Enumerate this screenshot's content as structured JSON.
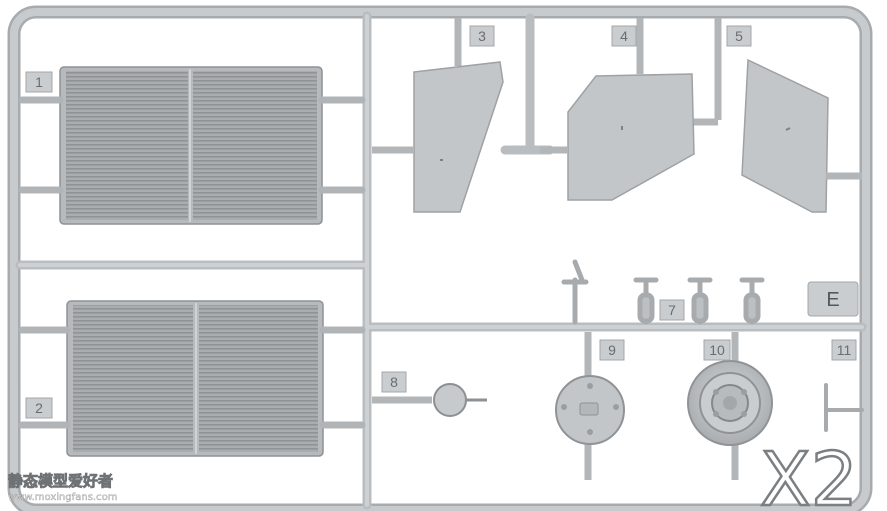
{
  "sprue": {
    "part_numbers": [
      "1",
      "2",
      "3",
      "4",
      "5",
      "7",
      "8",
      "9",
      "10",
      "11"
    ],
    "sprue_letter": "E",
    "multiplier": "X2"
  },
  "watermark": {
    "cn_text": "静态模型爱好者",
    "url": "www.moxingfans.com"
  },
  "colors": {
    "plastic": "#bfc3c6",
    "plastic_dark": "#9ea2a5",
    "plastic_light": "#cdd1d4",
    "background": "#ffffff"
  }
}
